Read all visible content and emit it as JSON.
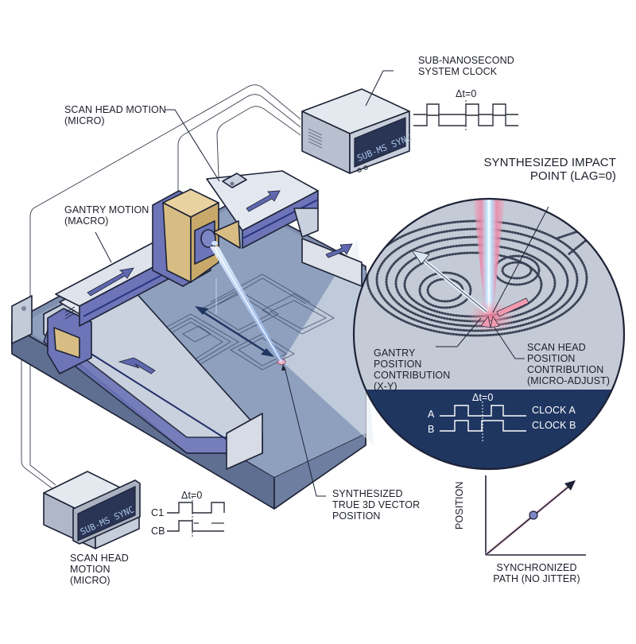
{
  "labels": {
    "sub_ns_clock": "SUB-NANOSECOND\nSYSTEM CLOCK",
    "scan_head_top": "SCAN HEAD MOTION\n(MICRO)",
    "gantry_motion": "GANTRY MOTION\n(MACRO)",
    "impact_point": "SYNTHESIZED IMPACT\nPOINT (LAG=0)",
    "gantry_contribution": "GANTRY\nPOSITION\nCONTRIBUTION\n(X-Y)",
    "scan_head_contribution": "SCAN HEAD\nPOSITION\nCONTRIBUTION\n(MICRO-ADJUST)",
    "true_3d_vector": "SYNTHESIZED\nTRUE 3D VECTOR\nPOSITION",
    "scan_head_bottom": "SCAN HEAD\nMOTION\n(MICRO)"
  },
  "devices": {
    "top_display": "SUB-MS SYNC",
    "bottom_display": "SUB-MS SYNC"
  },
  "timing": {
    "top": {
      "delta_label": "Δt=0",
      "channels": [
        "",
        ""
      ]
    },
    "inset": {
      "delta_label": "Δt=0",
      "channels": [
        "A",
        "B"
      ],
      "names": [
        "CLOCK A",
        "CLOCK B"
      ]
    },
    "bottom": {
      "delta_label": "Δt=0",
      "channels": [
        "C1",
        "CB"
      ]
    }
  },
  "mini_chart": {
    "ylabel": "POSITION",
    "caption": "SYNCHRONIZED\nPATH (NO JITTER)"
  },
  "colors": {
    "frame_light": "#c9d0de",
    "frame_blue": "#6d75b8",
    "bed": "#8a9cb8",
    "gold": "#d7bd83",
    "navy": "#1f3661",
    "inset_bg": "#c5cbd6",
    "beam": "#bfe0ff",
    "impact": "#f3a4b6"
  }
}
